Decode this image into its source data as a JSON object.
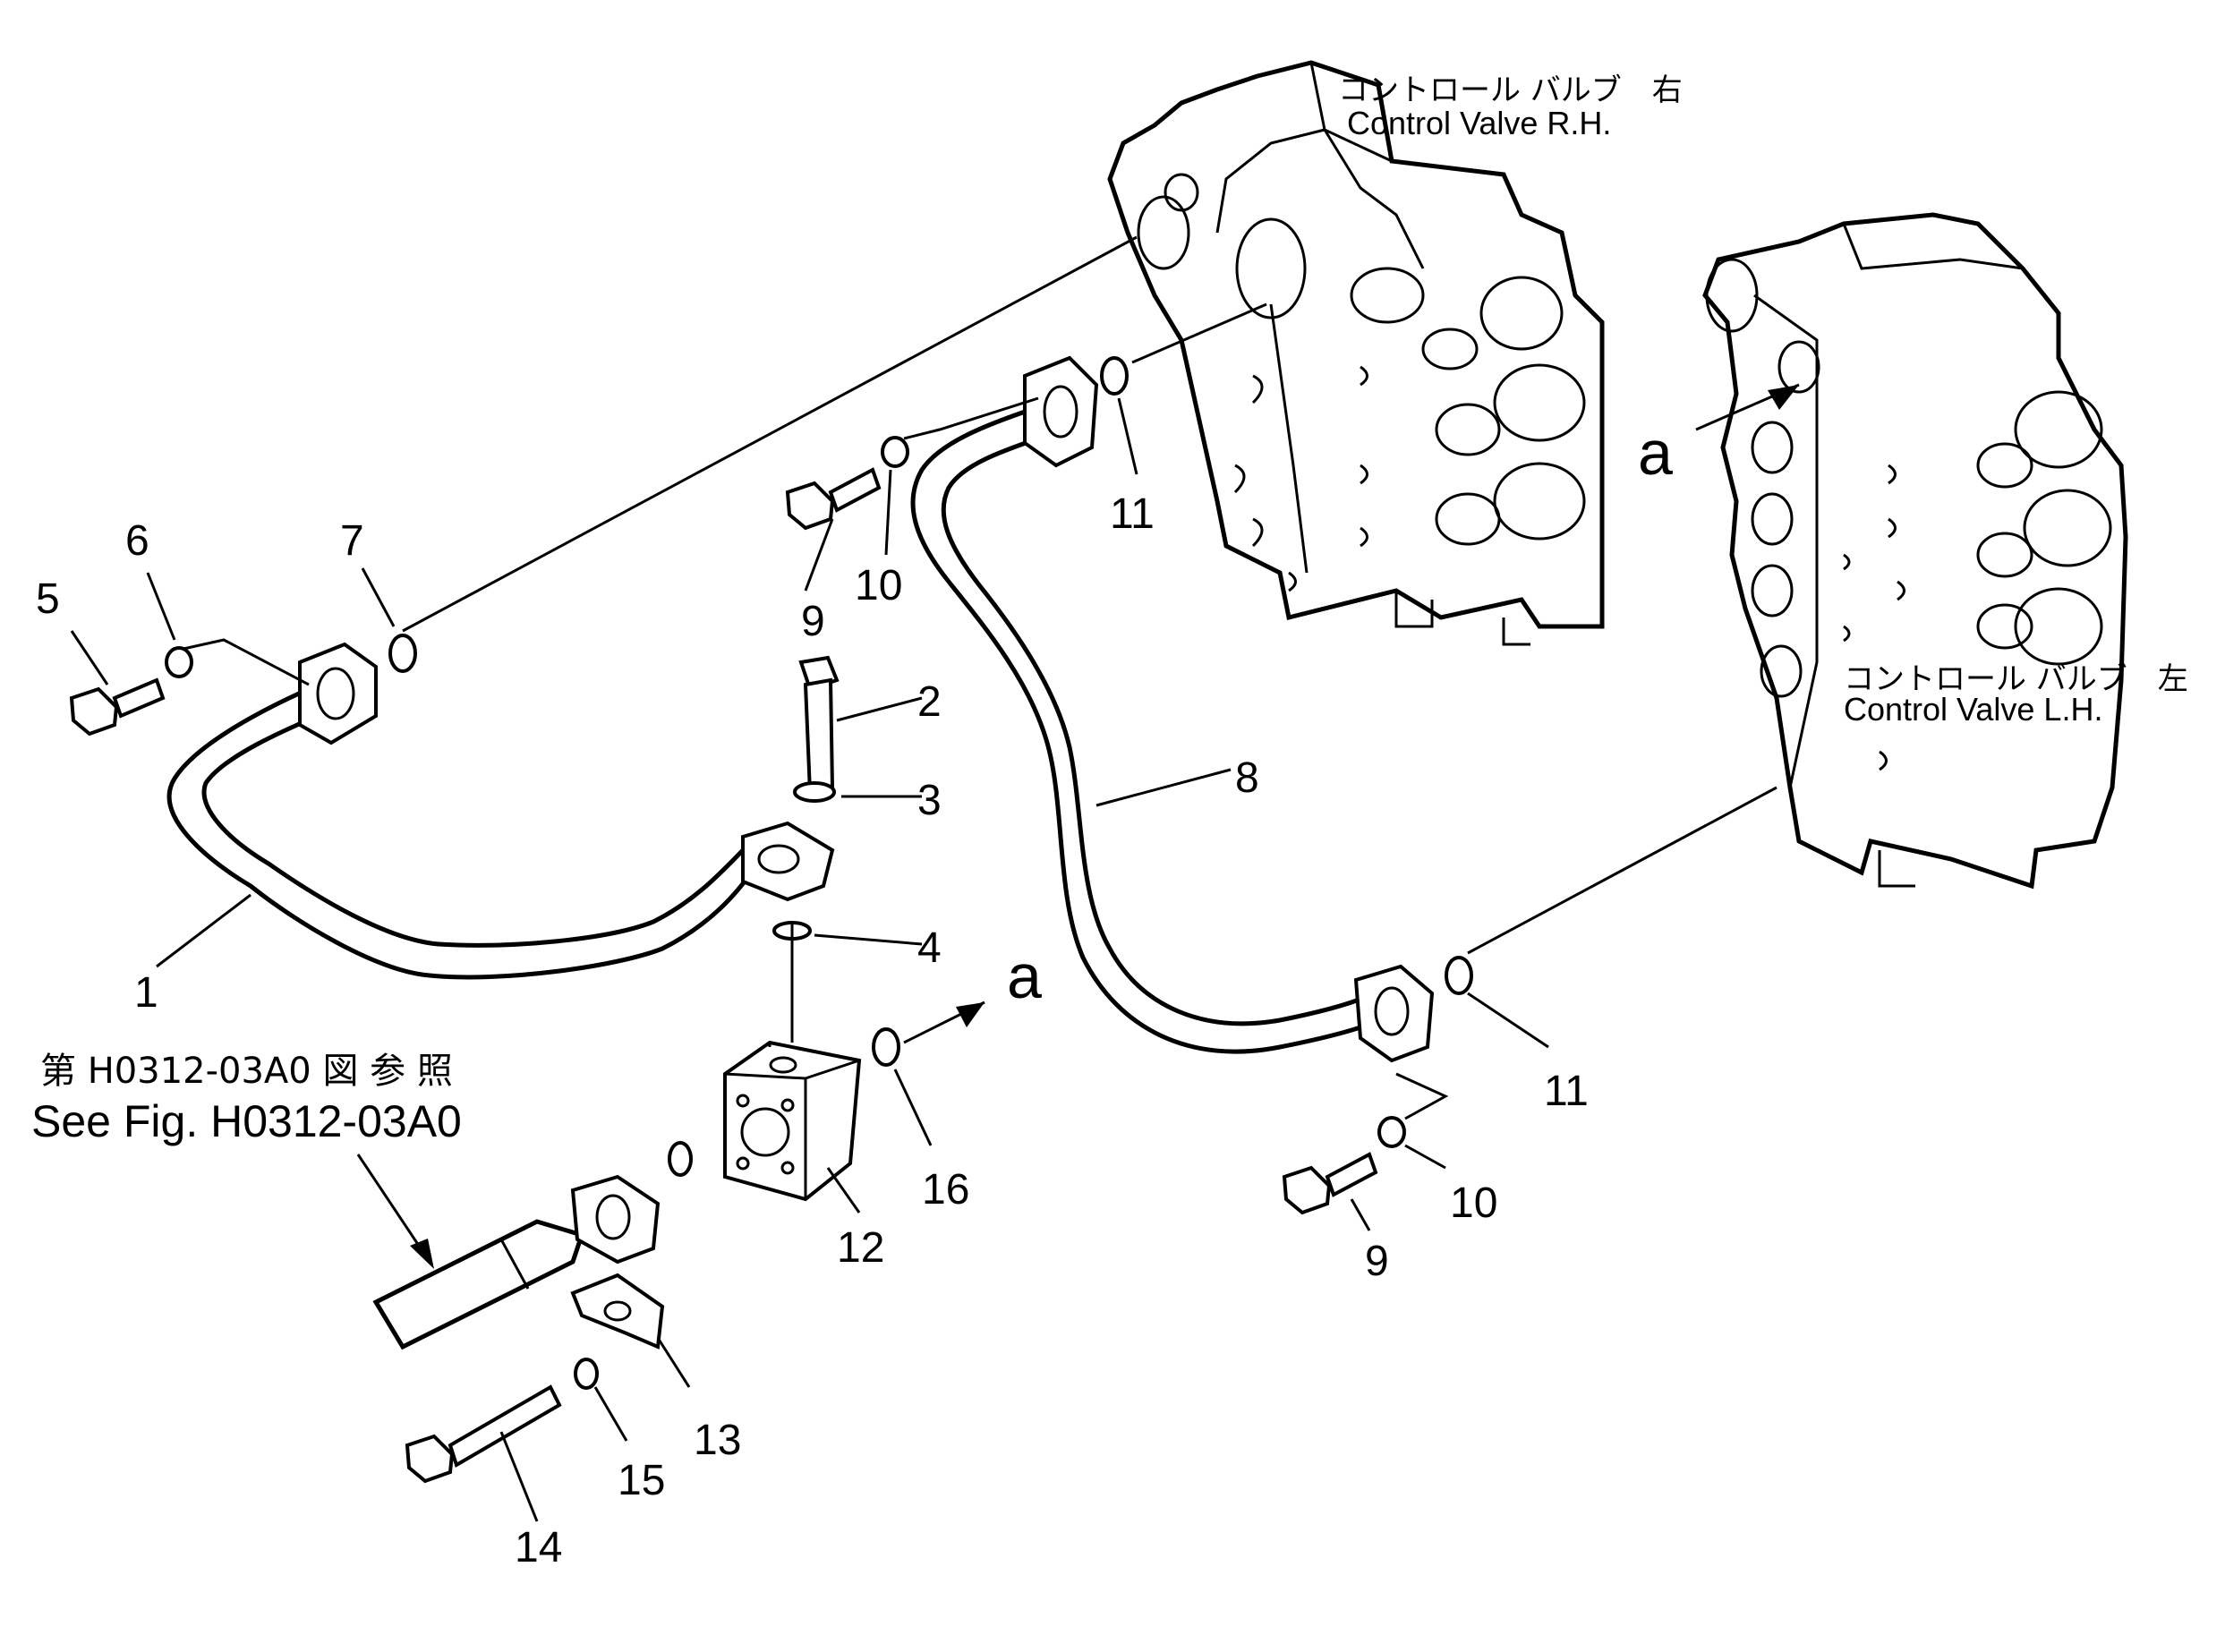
{
  "captions": {
    "valve_rh_jp": "コントロール バルブ　右",
    "valve_rh_en": "Control Valve R.H.",
    "valve_lh_jp": "コントロール バルブ　左",
    "valve_lh_en": "Control Valve L.H.",
    "reference_jp": "第 H0312-03A0 図 参 照",
    "reference_en": "See Fig. H0312-03A0",
    "arrow_letter_top": "a",
    "arrow_letter_bottom": "a"
  },
  "callouts": {
    "c1": "1",
    "c2": "2",
    "c3": "3",
    "c4": "4",
    "c5": "5",
    "c6": "6",
    "c7": "7",
    "c8": "8",
    "c9a": "9",
    "c9b": "9",
    "c10a": "10",
    "c10b": "10",
    "c11a": "11",
    "c11b": "11",
    "c12": "12",
    "c13": "13",
    "c14": "14",
    "c15": "15",
    "c16": "16"
  }
}
